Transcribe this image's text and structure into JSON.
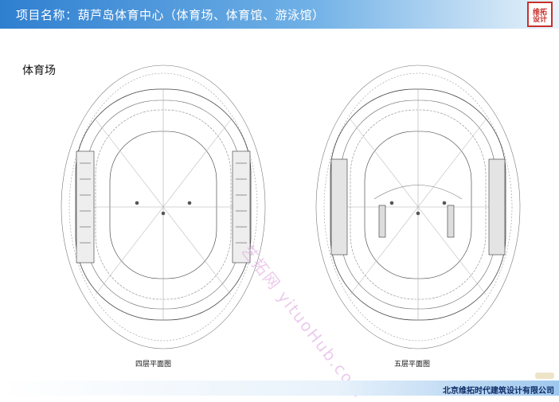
{
  "header": {
    "title": "项目名称：葫芦岛体育中心（体育场、体育馆、游泳馆）"
  },
  "logo": {
    "text": "维拓设计"
  },
  "section": {
    "title": "体育场"
  },
  "plans": [
    {
      "caption": "四层平面图"
    },
    {
      "caption": "五层平面图"
    }
  ],
  "watermark": {
    "text": "艺拓网 yituoHub.com"
  },
  "footer": {
    "company": "北京维拓时代建筑设计有限公司"
  },
  "colors": {
    "header_blue": "#2f7fd0",
    "logo_red": "#c8312b",
    "footer_text": "#0d2b66"
  }
}
